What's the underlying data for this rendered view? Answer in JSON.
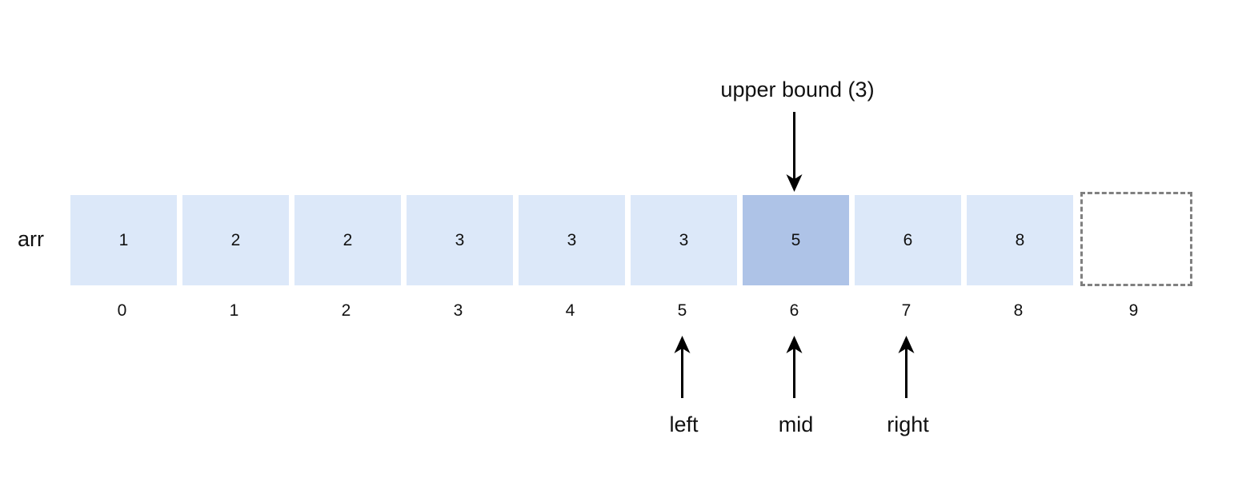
{
  "array_label": "arr",
  "cells": [
    {
      "value": "1",
      "index": "0"
    },
    {
      "value": "2",
      "index": "1"
    },
    {
      "value": "2",
      "index": "2"
    },
    {
      "value": "3",
      "index": "3"
    },
    {
      "value": "3",
      "index": "4"
    },
    {
      "value": "3",
      "index": "5"
    },
    {
      "value": "5",
      "index": "6",
      "highlight": true
    },
    {
      "value": "6",
      "index": "7"
    },
    {
      "value": "8",
      "index": "8"
    },
    {
      "value": "",
      "index": "9",
      "empty": true
    }
  ],
  "top_pointer": {
    "label": "upper bound (3)",
    "index": 6
  },
  "bottom_pointers": [
    {
      "label": "left",
      "index": 5
    },
    {
      "label": "mid",
      "index": 6
    },
    {
      "label": "right",
      "index": 7
    }
  ],
  "colors": {
    "cell_fill": "#dce8f9",
    "highlight_fill": "#aec3e7",
    "dashed_border": "#808080",
    "arrow": "#000000"
  }
}
